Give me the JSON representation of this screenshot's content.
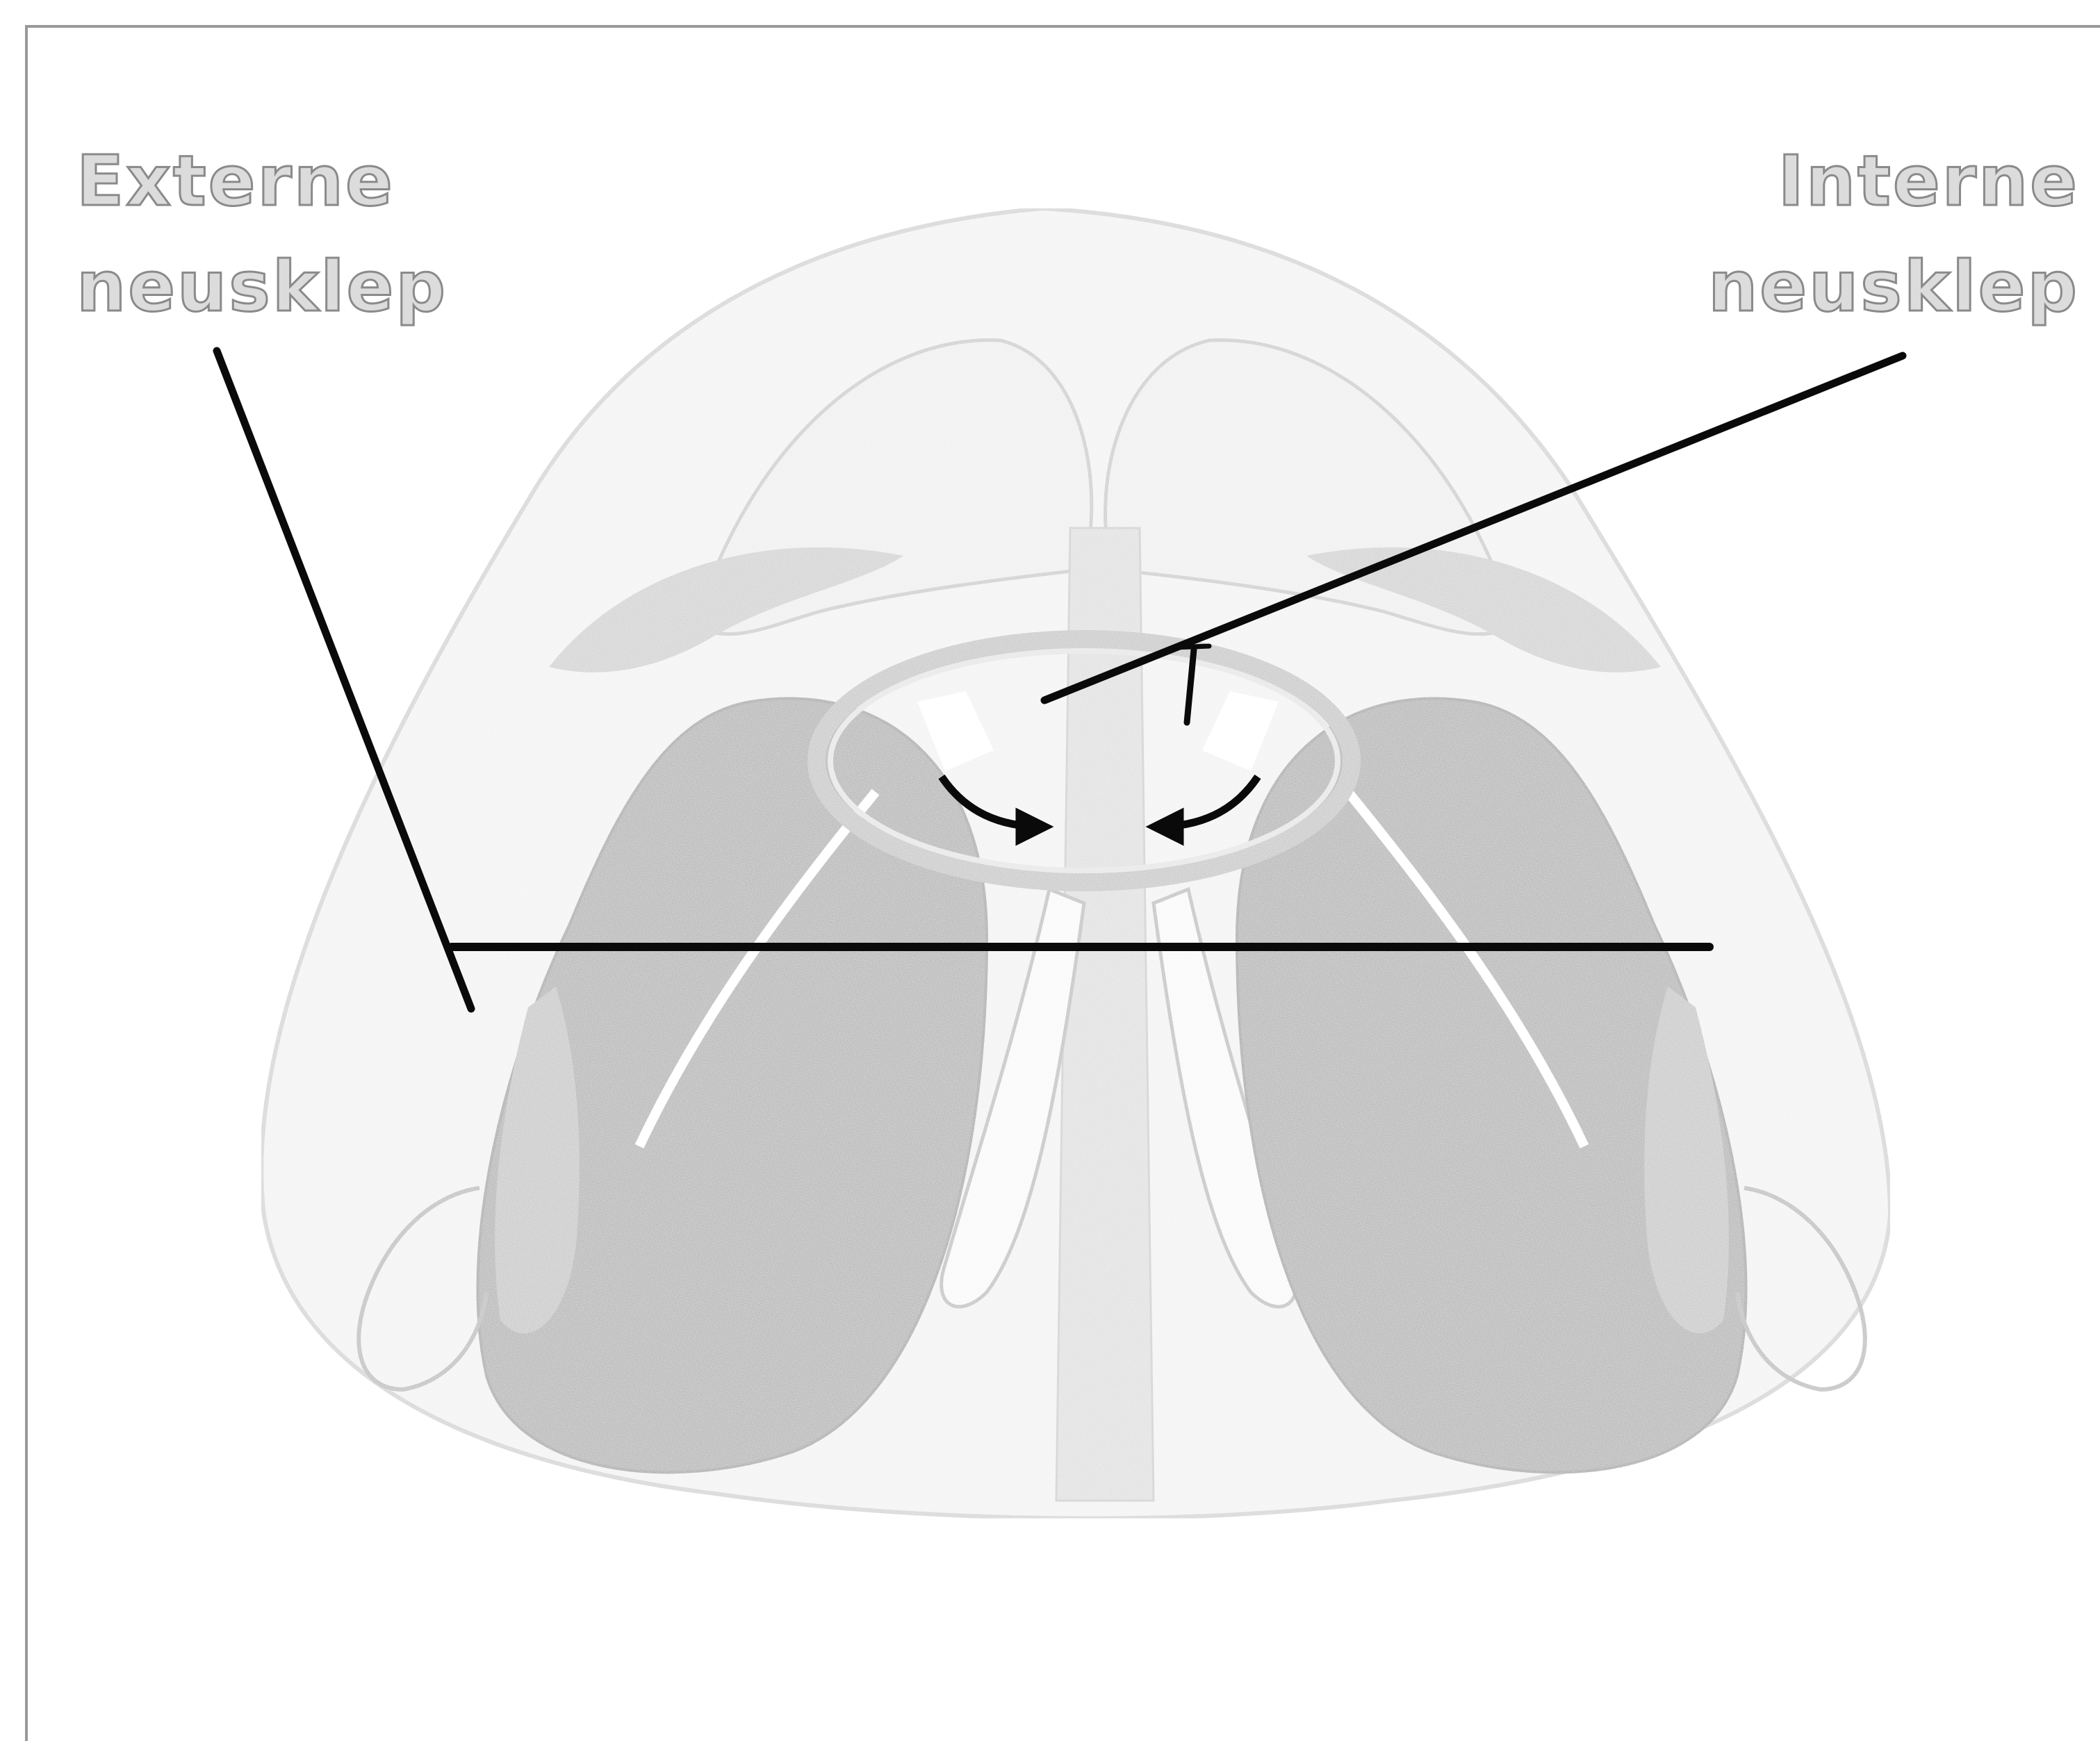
{
  "labels": {
    "external": {
      "line1": "Externe",
      "line2": "neusklep"
    },
    "internal": {
      "line1": "Interne",
      "line2": "neusklep"
    }
  },
  "colors": {
    "line": "#0a0a0a",
    "label_fill": "#dcdcdc",
    "label_stroke": "#8a8a8a",
    "shade_dark": "#8c8c8c",
    "shade_mid": "#b9b9b9",
    "shade_light": "#e2e2e2",
    "outline": "#a6a6a6"
  }
}
